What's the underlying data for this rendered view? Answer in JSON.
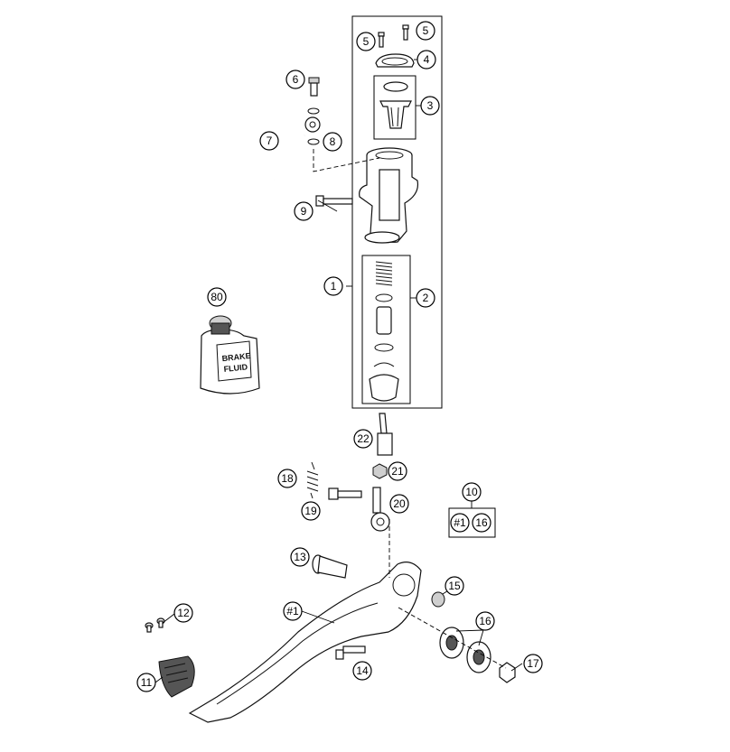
{
  "diagram": {
    "callouts": [
      {
        "id": "c5a",
        "label": "5"
      },
      {
        "id": "c5b",
        "label": "5"
      },
      {
        "id": "c4",
        "label": "4"
      },
      {
        "id": "c3",
        "label": "3"
      },
      {
        "id": "c6",
        "label": "6"
      },
      {
        "id": "c7",
        "label": "7"
      },
      {
        "id": "c8",
        "label": "8"
      },
      {
        "id": "c9",
        "label": "9"
      },
      {
        "id": "c1",
        "label": "1"
      },
      {
        "id": "c2",
        "label": "2"
      },
      {
        "id": "c80",
        "label": "80"
      },
      {
        "id": "c22",
        "label": "22"
      },
      {
        "id": "c21",
        "label": "21"
      },
      {
        "id": "c18",
        "label": "18"
      },
      {
        "id": "c20",
        "label": "20"
      },
      {
        "id": "c19",
        "label": "19"
      },
      {
        "id": "c10",
        "label": "10"
      },
      {
        "id": "c10a",
        "label": "#1"
      },
      {
        "id": "c10b",
        "label": "16"
      },
      {
        "id": "c13",
        "label": "13"
      },
      {
        "id": "c15",
        "label": "15"
      },
      {
        "id": "c12",
        "label": "12"
      },
      {
        "id": "c1b",
        "label": "#1"
      },
      {
        "id": "c16",
        "label": "16"
      },
      {
        "id": "c14",
        "label": "14"
      },
      {
        "id": "c17",
        "label": "17"
      },
      {
        "id": "c11",
        "label": "11"
      }
    ],
    "fluid_can": {
      "line1": "BRAKE",
      "line2": "FLUID"
    }
  }
}
